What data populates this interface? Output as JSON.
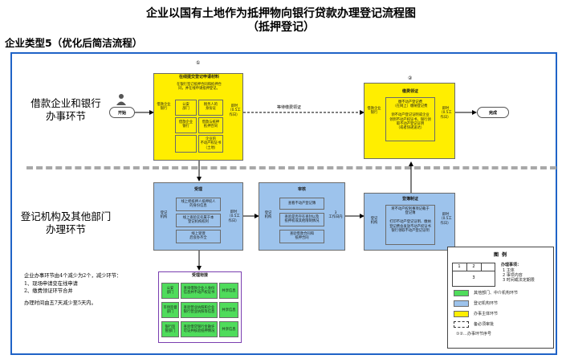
{
  "title": "企业以国有土地作为抵押物向银行贷款办理登记流程图",
  "subtitle": "（抵押登记）",
  "section_title": "企业类型5（优化后简洁流程）",
  "lanes": {
    "top": "借款企业和银行\n办事环节",
    "bottom": "登记机构及其他部门\n办理环节"
  },
  "steps": {
    "step1_num": "①",
    "step2_num": "②"
  },
  "start_label": "开始",
  "end_label": "完成",
  "online": {
    "header": "在线提交登记申请材料",
    "desc": "在银行签订抵押合同和抵押合同，并在线申请抵押登记。",
    "left": "借款企业\n银行",
    "time": "即时\n（0.5工\n作日）",
    "cells": [
      "公安\n部门",
      "税务人的\n身份证",
      "借款企业\n银行",
      "借款与抵押\n抵押合同",
      "",
      "企业的\n不动产权证书\n（土地）"
    ]
  },
  "wait_label": "等待缴费领证",
  "pay": {
    "header": "缴费领证",
    "left": "借款企业\n银行",
    "desc": "缴不动产登记费\n（在网上）缴纳登记费\n\n领不动产登记证明或企业\n领到不动产权证书，银行领\n取不动产登记证明\n（或者快递送达）",
    "time": "即时\n（0.5工\n作日）"
  },
  "accept": {
    "left": "登记\n机构",
    "header": "受理",
    "time": "即时\n（0.5工\n作日）",
    "items": [
      "线上把抵押人抵押权人\n的身份信息",
      "线上查验实名属于本\n登记机构权利",
      "线上受理\n后会办齐全"
    ]
  },
  "review": {
    "left": "登记\n机构",
    "header": "审核",
    "items": [
      "查看不动产登记簿",
      "查验是否存在查封以及\n抵押权或其他限制情况",
      "查验借款合同和\n抵押合同"
    ],
    "time": "3\n工作日内"
  },
  "issue": {
    "left": "登记\n机构",
    "header": "登簿制证",
    "desc": "将不动产权利事项记载于\n登记簿\n\n打印不动产登记证明、缴纳\n登记费会发放不动产权证书\n银行领取不动产登记证明",
    "time": "即时\n（0.5工\n作日）"
  },
  "linkage": {
    "header": "受理衔接",
    "rows": [
      [
        "公安\n部门",
        "查询借款企业人身份\n信息并不动产权证书",
        "共享信息"
      ],
      [
        "市场监督\n部门",
        "查验营业执照和企业\n银行营业执照等信息",
        "共享信息"
      ],
      [
        "银行监\n管部门",
        "查验借贷银行金融许\n可证并核验抵押情况",
        "共享信息"
      ]
    ]
  },
  "notes": [
    "企业办事环节由4个减少为2个，减少环节：",
    "1、现场申请变在线申请",
    "2、缴费领证环节合并",
    "办理时间由五7天减少至5天内。"
  ],
  "legend": {
    "title": "图    例",
    "cells": [
      "1",
      "2",
      "3"
    ],
    "box_title": "办理事项：",
    "box_lines": [
      "1 主体",
      "2 事项内容",
      "3 时间或法定期限"
    ],
    "items": [
      {
        "label": "其他部门、中介机构环节",
        "color": "#4fdc5b"
      },
      {
        "label": "登记机构环节",
        "color": "#9dc3ec"
      },
      {
        "label": "办事主体环节",
        "color": "#ffee00"
      }
    ],
    "dashed_label": "备必须审批",
    "order_label": "①②…办事环节序号"
  },
  "colors": {
    "frame": "#1f63c7",
    "yellow": "#ffee00",
    "blue": "#9dc3ec",
    "green": "#4fdc5b"
  }
}
